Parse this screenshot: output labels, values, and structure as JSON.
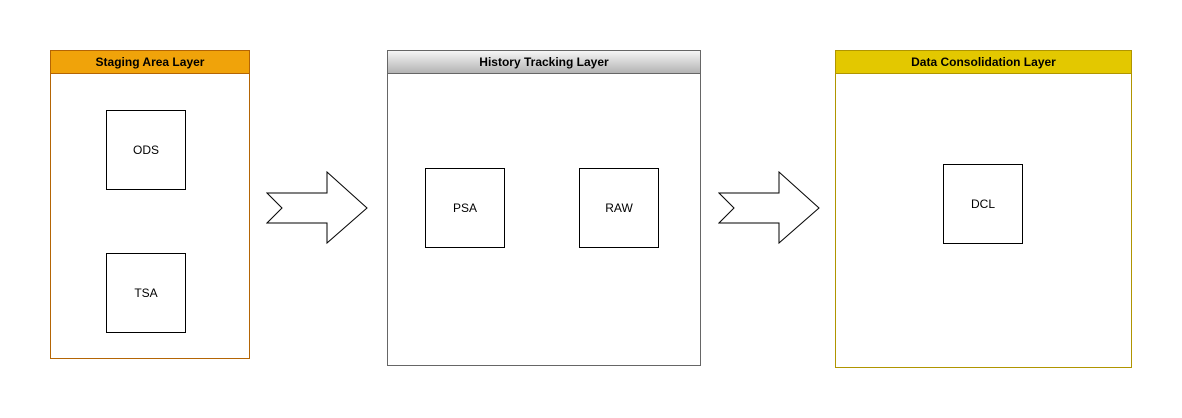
{
  "layers": {
    "staging": {
      "title": "Staging Area Layer",
      "boxes": [
        "ODS",
        "TSA"
      ]
    },
    "history": {
      "title": "History Tracking Layer",
      "boxes": [
        "PSA",
        "RAW"
      ]
    },
    "consolidation": {
      "title": "Data Consolidation Layer",
      "boxes": [
        "DCL"
      ]
    }
  },
  "colors": {
    "staging_header": "#f0a30a",
    "staging_border": "#b46504",
    "history_header_top": "#f5f5f5",
    "history_header_bottom": "#b3b3b3",
    "history_border": "#666666",
    "consolidation_header": "#e3c800",
    "consolidation_border": "#b09500"
  }
}
